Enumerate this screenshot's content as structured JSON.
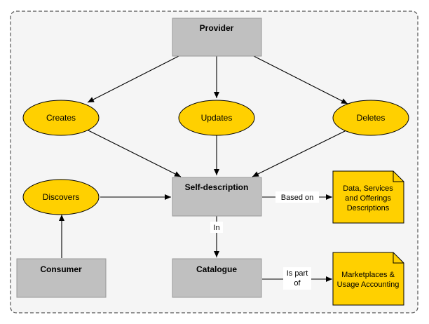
{
  "nodes": {
    "provider": "Provider",
    "creates": "Creates",
    "updates": "Updates",
    "deletes": "Deletes",
    "discovers": "Discovers",
    "self_description": "Self-description",
    "consumer": "Consumer",
    "catalogue": "Catalogue",
    "descriptions_note": [
      "Data, Services",
      "and Offerings",
      "Descriptions"
    ],
    "marketplaces_note": [
      "Marketplaces &",
      "Usage Accounting"
    ]
  },
  "edges": {
    "based_on": "Based on",
    "in": "In",
    "is_part_of": [
      "Is part",
      "of"
    ]
  },
  "colors": {
    "box_fill": "#c0c0c0",
    "ellipse_fill": "#ffd000",
    "note_fill": "#ffd000",
    "background": "#f5f5f5",
    "stroke": "#000000"
  }
}
